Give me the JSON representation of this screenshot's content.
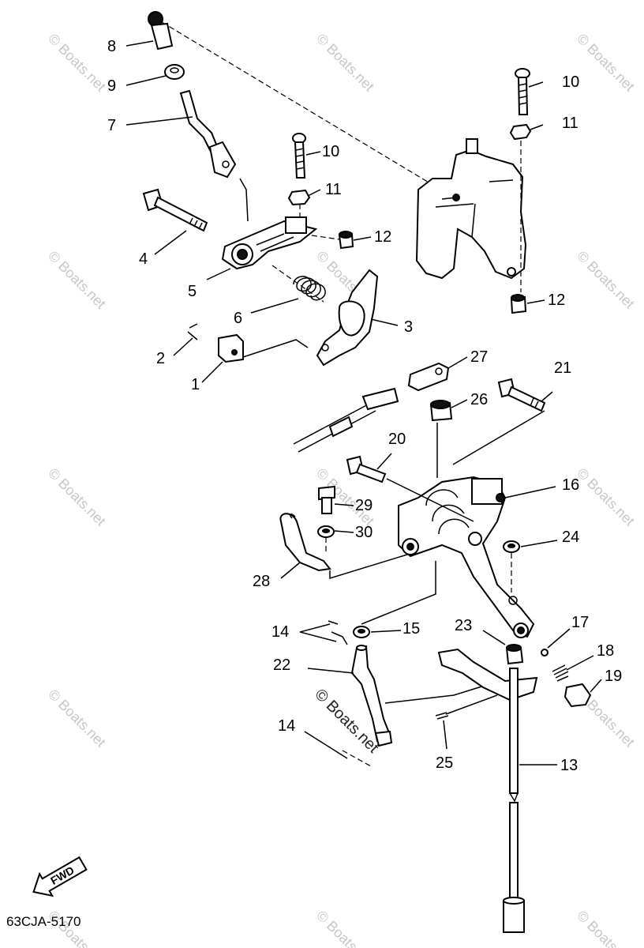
{
  "diagram_code": "63CJA-5170",
  "fwd_label": "FWD",
  "watermark": "© Boats.net",
  "callouts": {
    "c1": "1",
    "c2": "2",
    "c3": "3",
    "c4": "4",
    "c5": "5",
    "c6": "6",
    "c7": "7",
    "c8": "8",
    "c9": "9",
    "c10a": "10",
    "c10b": "10",
    "c11a": "11",
    "c11b": "11",
    "c12a": "12",
    "c12b": "12",
    "c13": "13",
    "c14a": "14",
    "c14b": "14",
    "c15": "15",
    "c16": "16",
    "c17": "17",
    "c18": "18",
    "c19": "19",
    "c20": "20",
    "c21": "21",
    "c22": "22",
    "c23": "23",
    "c24": "24",
    "c25": "25",
    "c26": "26",
    "c27": "27",
    "c28": "28",
    "c29": "29",
    "c30": "30"
  }
}
